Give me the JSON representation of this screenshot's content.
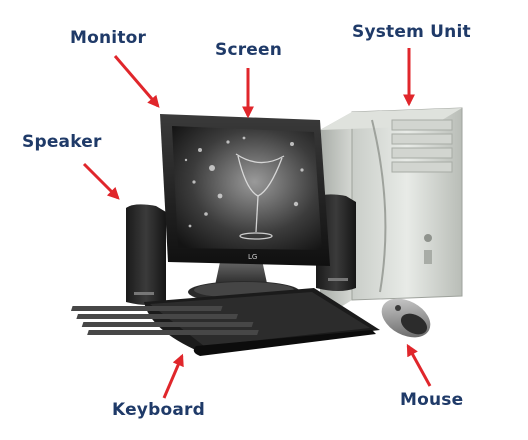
{
  "labels": {
    "monitor": "Monitor",
    "screen": "Screen",
    "system_unit": "System Unit",
    "speaker": "Speaker",
    "keyboard": "Keyboard",
    "mouse": "Mouse"
  },
  "colors": {
    "label_text": "#1f3a68",
    "arrow": "#e0262b",
    "background": "#ffffff"
  },
  "logo": "LG"
}
